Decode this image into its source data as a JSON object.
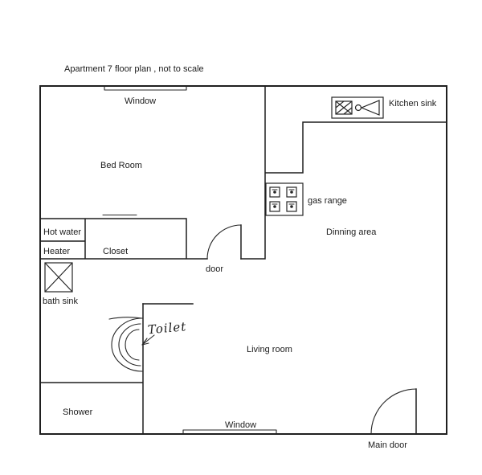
{
  "title": "Apartment 7 floor plan , not to scale",
  "rooms": {
    "bed_room": "Bed Room",
    "dinning_area": "Dinning area",
    "living_room": "Living room",
    "closet": "Closet",
    "shower": "Shower"
  },
  "fixtures": {
    "kitchen_sink": "Kitchen sink",
    "gas_range": "gas range",
    "hot_water_line1": "Hot water",
    "hot_water_line2": "Heater",
    "bath_sink": "bath sink",
    "toilet": "Toilet"
  },
  "openings": {
    "window_top": "Window",
    "window_bottom": "Window",
    "interior_door": "door",
    "main_door": "Main door"
  },
  "colors": {
    "ink": "#1f1f1f",
    "paper": "#ffffff"
  }
}
